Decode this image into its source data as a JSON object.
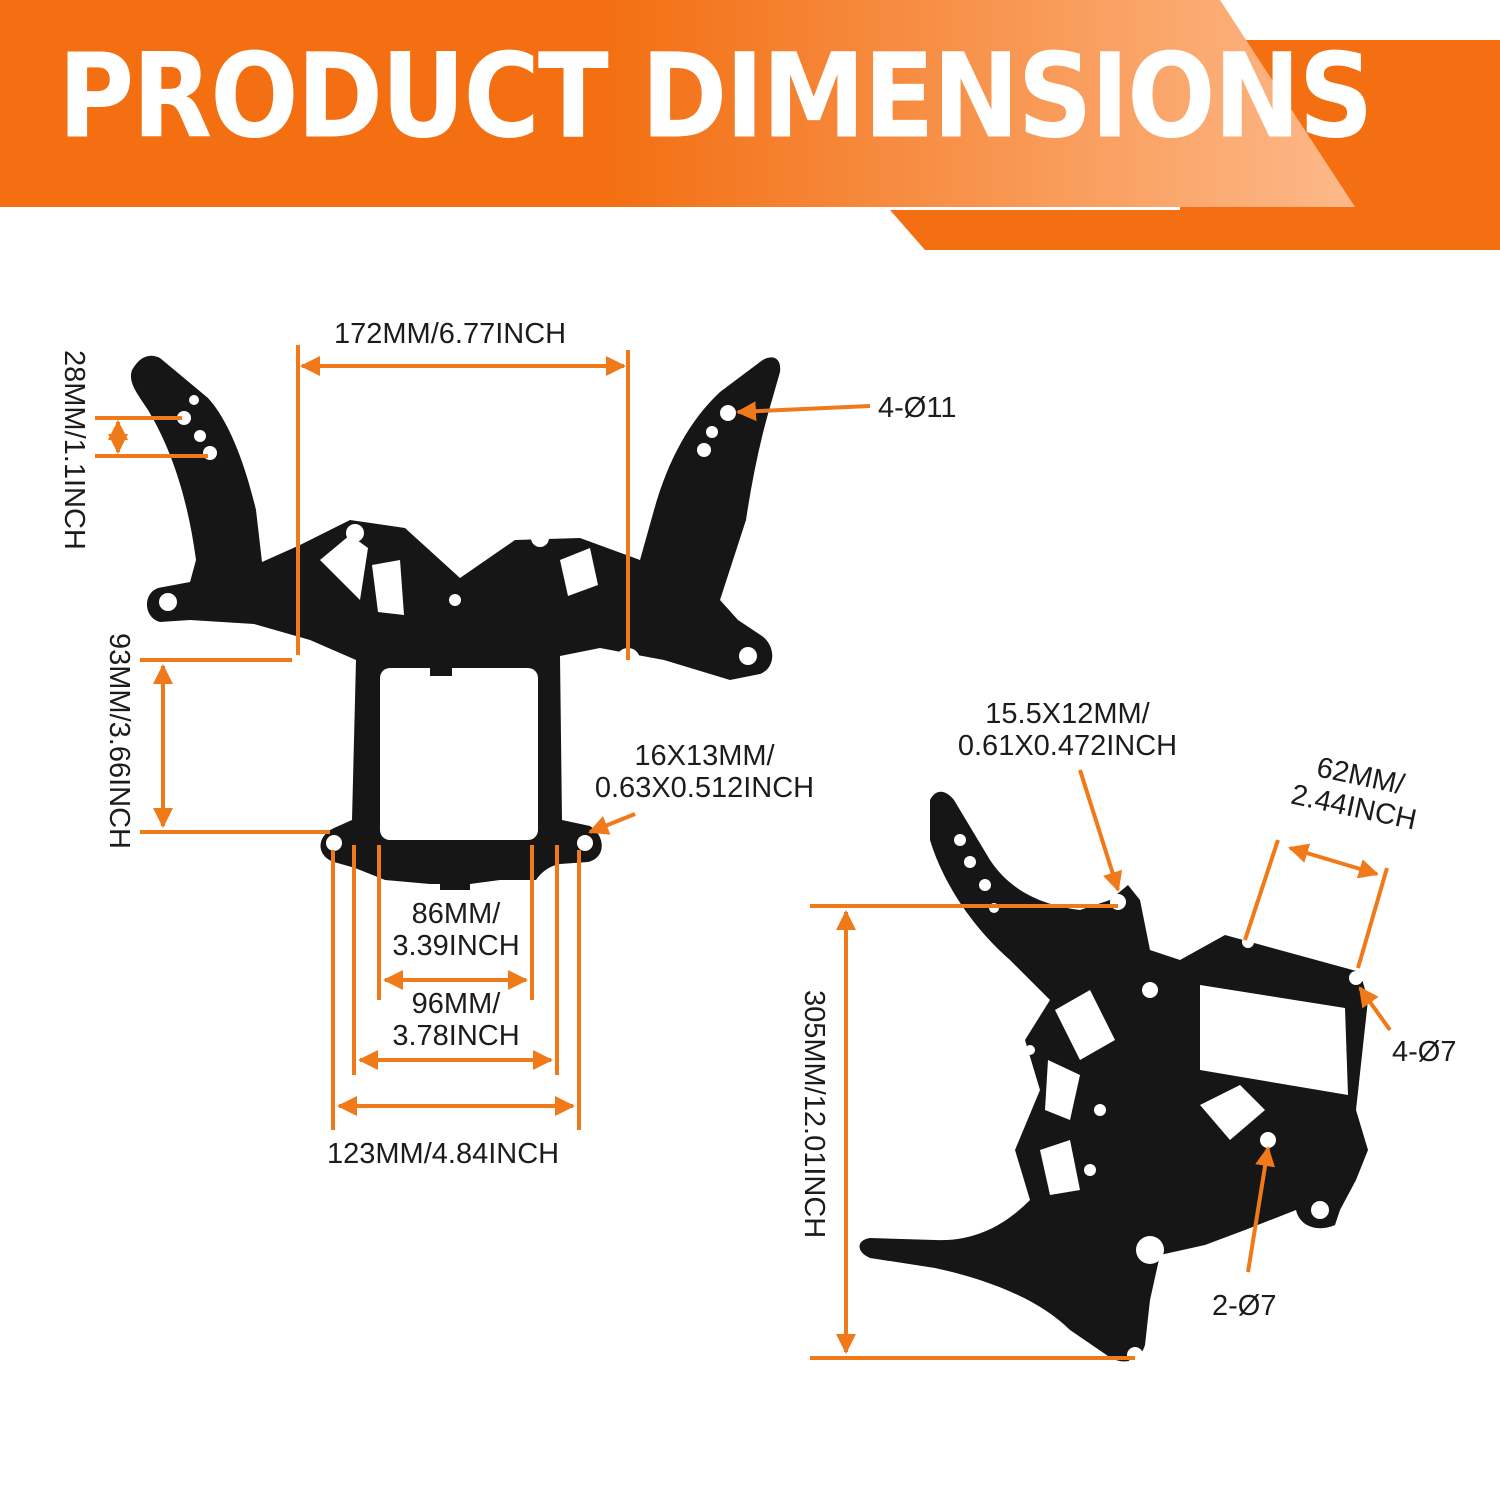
{
  "header": {
    "title": "PRODUCT DIMENSIONS",
    "color_dark": "#f36f12",
    "color_light": "#fdb98a"
  },
  "colors": {
    "dimension_line": "#f07a1a",
    "part": "#161616"
  },
  "front_view": {
    "width_top": "172MM/6.77INCH",
    "hole_spacing": "28MM/1.1INCH",
    "holes_top": "4-Ø11",
    "height_side": "93MM/3.66INCH",
    "bottom_hole_line1": "16X13MM/",
    "bottom_hole_line2": "0.63X0.512INCH",
    "inner_width_line1": "86MM/",
    "inner_width_line2": "3.39INCH",
    "mid_width_line1": "96MM/",
    "mid_width_line2": "3.78INCH",
    "outer_width": "123MM/4.84INCH"
  },
  "side_view": {
    "slot_line1": "15.5X12MM/",
    "slot_line2": "0.61X0.472INCH",
    "bracket_line1": "62MM/",
    "bracket_line2": "2.44INCH",
    "holes_right": "4-Ø7",
    "total_height": "305MM/12.01INCH",
    "holes_bottom": "2-Ø7"
  }
}
